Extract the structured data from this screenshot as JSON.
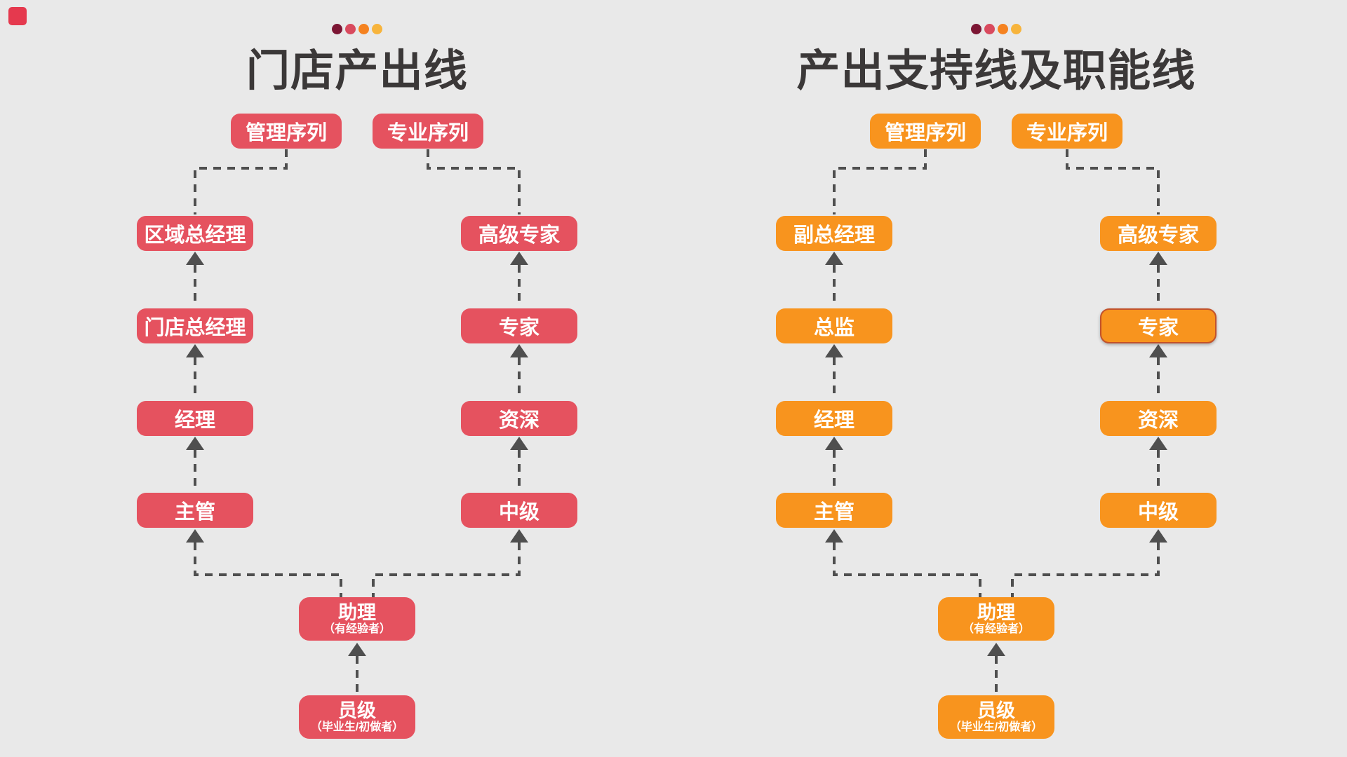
{
  "background": "#e9e9e9",
  "connector_color": "#4f4f4f",
  "decor": {
    "corner_square_color": "#e5394e",
    "dot_colors": [
      "#7c1634",
      "#d94a5e",
      "#f58220",
      "#f7b43c"
    ]
  },
  "charts": [
    {
      "title": "门店产出线",
      "color": "#e5525f",
      "headers": [
        "管理序列",
        "专业序列"
      ],
      "management_levels": [
        "区域总经理",
        "门店总经理",
        "经理",
        "主管"
      ],
      "professional_levels": [
        "高级专家",
        "专家",
        "资深",
        "中级"
      ],
      "entry_levels": [
        {
          "label": "助理",
          "note": "（有经验者）"
        },
        {
          "label": "员级",
          "note": "（毕业生/初做者）"
        }
      ]
    },
    {
      "title": "产出支持线及职能线",
      "color": "#f8941e",
      "highlight_border_color": "#c2522b",
      "headers": [
        "管理序列",
        "专业序列"
      ],
      "management_levels": [
        "副总经理",
        "总监",
        "经理",
        "主管"
      ],
      "professional_levels": [
        "高级专家",
        "专家",
        "资深",
        "中级"
      ],
      "entry_levels": [
        {
          "label": "助理",
          "note": "（有经验者）"
        },
        {
          "label": "员级",
          "note": "（毕业生/初做者）"
        }
      ]
    }
  ]
}
